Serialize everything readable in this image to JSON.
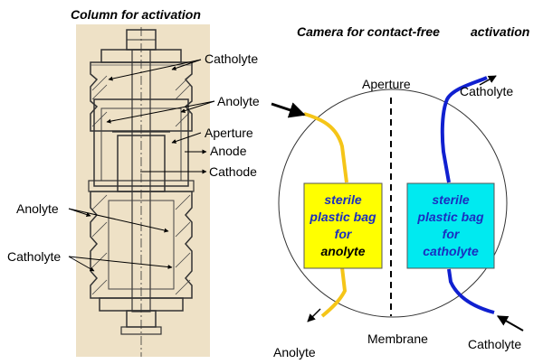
{
  "left": {
    "title": "Column for activation",
    "labels": {
      "catholyte_top": "Catholyte",
      "anolyte_right": "Anolyte",
      "aperture": "Aperture",
      "anode": "Anode",
      "cathode": "Cathode",
      "anolyte_left": "Anolyte",
      "catholyte_left": "Catholyte"
    }
  },
  "right": {
    "title_part1": "Camera for contact-free",
    "title_part2": "activation",
    "aperture": "Aperture",
    "membrane": "Membrane",
    "catholyte_top": "Catholyte",
    "catholyte_bottom": "Catholyte",
    "anolyte_bottom": "Anolyte",
    "bag_anolyte": {
      "line1": "sterile",
      "line2": "plastic bag",
      "line3": "for",
      "line4": "anolyte"
    },
    "bag_catholyte": {
      "line1": "sterile",
      "line2": "plastic bag",
      "line3": "for",
      "line4": "catholyte"
    }
  },
  "colors": {
    "anolyte_tube": "#f5c518",
    "catholyte_tube": "#1020d0",
    "bag_anolyte_fill": "#ffff00",
    "bag_catholyte_fill": "#00eaf0",
    "bag_text": "#1a2ec0",
    "drawing_bg": "#eee1c6"
  }
}
